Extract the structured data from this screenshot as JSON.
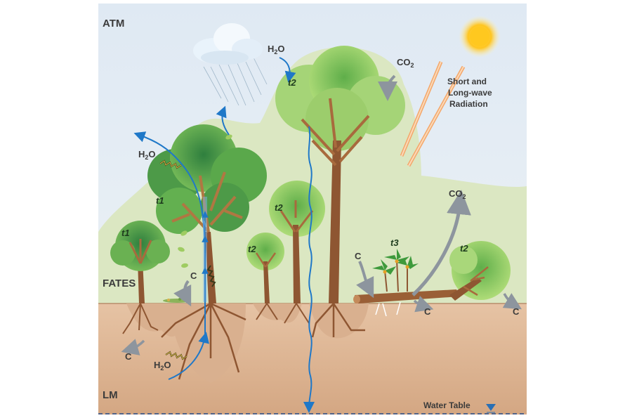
{
  "labels": {
    "atm": "ATM",
    "fates": "FATES",
    "lm": "LM",
    "water_table": "Water Table",
    "radiation_line1": "Short and",
    "radiation_line2": "Long-wave",
    "radiation_line3": "Radiation"
  },
  "flux": {
    "h2o_h": "H",
    "h2o_sub": "2",
    "h2o_o": "O",
    "co2_c": "CO",
    "co2_sub": "2",
    "carbon": "C"
  },
  "tree_tags": {
    "t1": "t1",
    "t2": "t2",
    "t3": "t3"
  },
  "colors": {
    "sky": "#dfe9f3",
    "canopy_zone": "#dce8c4",
    "soil": "#e2bd9d",
    "soil_deep": "#d3a482",
    "foliage_dark": "#2f7f3e",
    "foliage_light": "#9fd06b",
    "trunk": "#8e5632",
    "water_arrow": "#1f78c8",
    "carbon_arrow": "#9aa3ad",
    "sun": "#ffd23a"
  }
}
